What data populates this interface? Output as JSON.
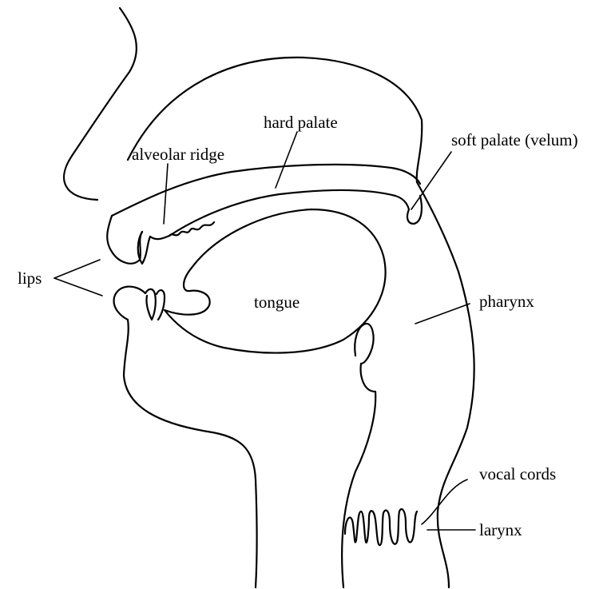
{
  "labels": {
    "hard_palate": "hard palate",
    "alveolar_ridge": "alveolar ridge",
    "soft_palate": "soft palate (velum)",
    "lips": "lips",
    "tongue": "tongue",
    "pharynx": "pharynx",
    "vocal_cords": "vocal cords",
    "larynx": "larynx"
  },
  "colors": {
    "line": "#000000",
    "background": "#ffffff"
  }
}
